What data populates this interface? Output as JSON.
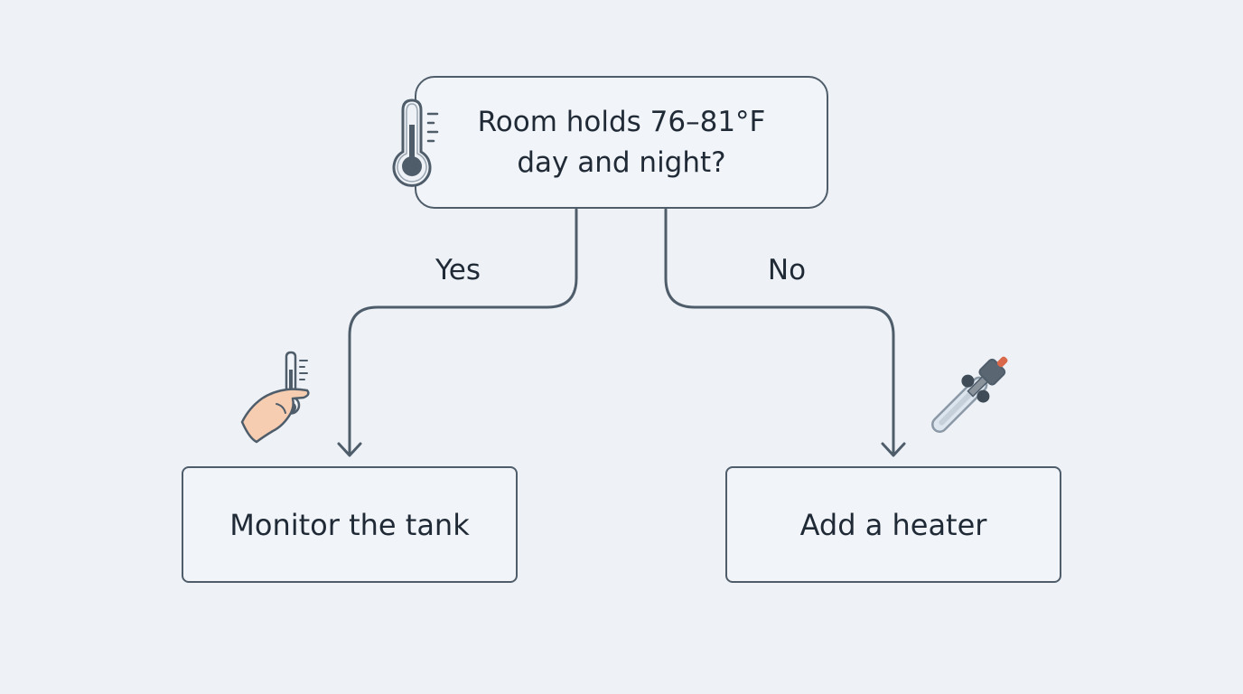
{
  "question": {
    "text": "Room holds 76–81°F day and night?",
    "icon": "thermometer-icon"
  },
  "branches": {
    "yes": {
      "label": "Yes",
      "outcome": "Monitor the tank",
      "icon": "hand-thermometer-icon"
    },
    "no": {
      "label": "No",
      "outcome": "Add a heater",
      "icon": "aquarium-heater-icon"
    }
  },
  "colors": {
    "background": "#eef2f6",
    "line": "#4f5d6b",
    "text": "#1f2a36",
    "skin": "#f6cdb0",
    "heater_cap": "#d9694a"
  }
}
